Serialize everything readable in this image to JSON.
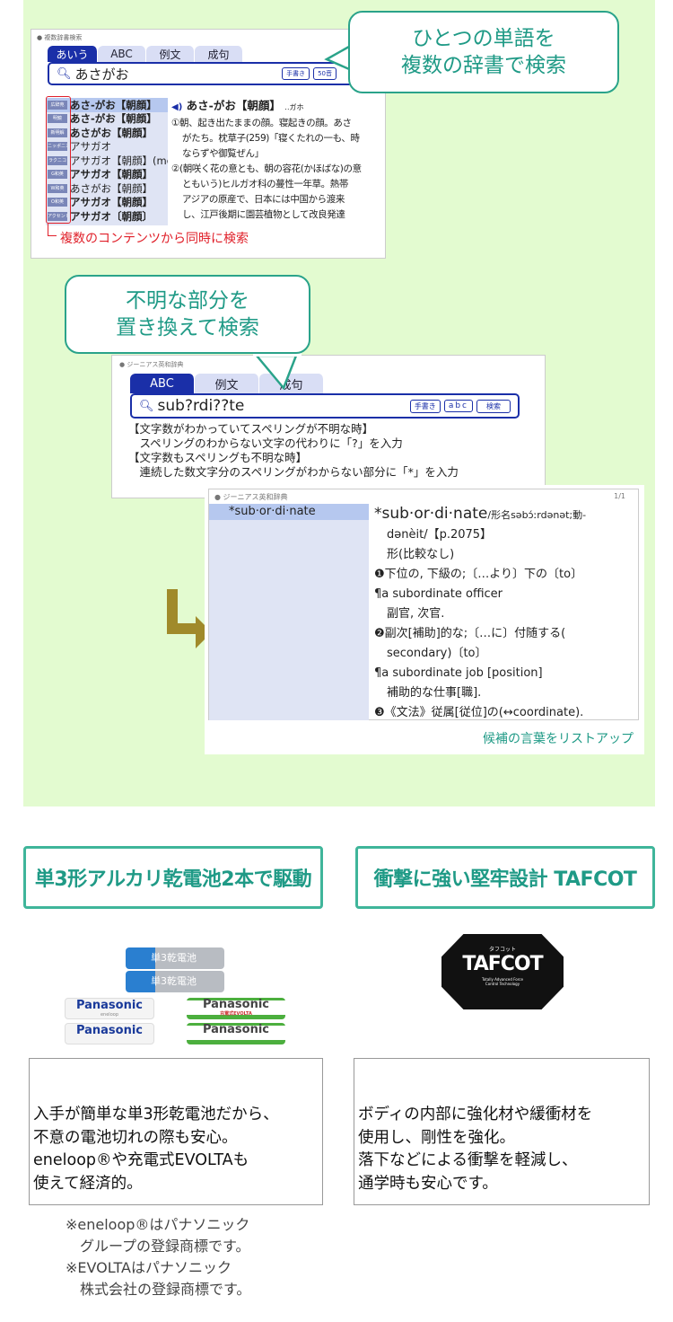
{
  "colors": {
    "accent_teal": "#2aa38a",
    "background_green": "#e3fbd0",
    "tab_blue": "#1a2fa8",
    "annotation_red": "#e0202a",
    "arrow_olive": "#a08a2a"
  },
  "multi_search": {
    "panel_title": "● 複数辞書検索",
    "tabs": [
      "あいう",
      "ABC",
      "例文",
      "成句"
    ],
    "search_value": "あさがお",
    "buttons": [
      "手書き",
      "50音"
    ],
    "results": [
      {
        "badge": "広辞苑",
        "word": "あさ‐がお【朝顔】"
      },
      {
        "badge": "明鏡",
        "word": "あさ‐がお【朝顔】"
      },
      {
        "badge": "新明解",
        "word": "あさがお【朝顔】"
      },
      {
        "badge": "ニッポニカ",
        "word": "アサガオ"
      },
      {
        "badge": "ラクニコ",
        "word": "アサガオ【朝顔】(mor~"
      },
      {
        "badge": "G和英",
        "word": "アサガオ【朝顔】"
      },
      {
        "badge": "W和英",
        "word": "あさがお【朝顔】"
      },
      {
        "badge": "O和英",
        "word": "アサガオ【朝顔】"
      },
      {
        "badge": "アクセント",
        "word": "アサガオ〔朝顔〕"
      }
    ],
    "definition_head": "あさ‐がお【朝顔】",
    "definition_kana": "‥ガホ",
    "definition_lines": [
      "①朝、起き出たままの顔。寝起きの顔。あさ",
      "がたち。枕草子(259)「寝くたれの一も、時",
      "ならずや御覧ぜん」",
      "②(朝咲く花の意とも、朝の容花(かほばな)の意",
      "ともいう)ヒルガオ科の蔓性一年草。熱帯",
      "アジアの原産で、日本には中国から渡来",
      "し、江戸後期に園芸植物として改良発達"
    ],
    "annotation": "複数のコンテンツから同時に検索",
    "callout": [
      "ひとつの単語を",
      "複数の辞書で検索"
    ]
  },
  "wildcard_search": {
    "callout": [
      "不明な部分を",
      "置き換えて検索"
    ],
    "panel_title": "● ジーニアス英和辞典",
    "tabs": [
      "ABC",
      "例文",
      "成句"
    ],
    "search_value": "sub?rdi??te",
    "buttons": [
      "手書き",
      "abc",
      "検索"
    ],
    "hints": [
      "【文字数がわかっていてスペリングが不明な時】",
      "　スペリングのわからない文字の代わりに「?」を入力",
      "【文字数もスペリングも不明な時】",
      "　連続した数文字分のスペリングがわからない部分に「*」を入力"
    ]
  },
  "result_panel": {
    "title": "● ジーニアス英和辞典",
    "page": "1/1",
    "list": [
      "*sub·or·di·nate"
    ],
    "headword": "*sub·or·di·nate",
    "lines": [
      "/形名səbɔ́ːrdənət;動-",
      "dənèit/【p.2075】",
      "形(比較なし)",
      "❶下位の, 下級の;〔…より〕下の〔to〕",
      "¶a subordinate officer",
      "副官, 次官.",
      "❷副次[補助]的な;〔…に〕付随する(",
      "secondary)〔to〕",
      "¶a subordinate job [position]",
      "補助的な仕事[職].",
      "❸《文法》従属[従位]の(↔coordinate)."
    ],
    "caption": "候補の言葉をリストアップ"
  },
  "features": [
    {
      "heading": "単3形アルカリ乾電池2本で駆動",
      "body": [
        "入手が簡単な単3形乾電池だから、",
        "不意の電池切れの際も安心。",
        "eneloop®や充電式EVOLTAも",
        "使えて経済的。"
      ],
      "image_text": {
        "battery_label": "単3乾電池",
        "brand": "Panasonic",
        "eneloop": "eneloop",
        "evolta": "充電式EVOLTA"
      }
    },
    {
      "heading": "衝撃に強い堅牢設計 TAFCOT",
      "body": [
        "ボディの内部に強化材や緩衝材を",
        "使用し、剛性を強化。",
        "落下などによる衝撃を軽減し、",
        "通学時も安心です。"
      ],
      "logo_text": {
        "kana": "タフコット",
        "name": "TAFCOT",
        "sub": "Totally Advanced Force Control Technology"
      }
    }
  ],
  "footnotes": [
    "※eneloop®はパナソニック",
    "　グループの登録商標です。",
    "※EVOLTAはパナソニック",
    "　株式会社の登録商標です。"
  ]
}
